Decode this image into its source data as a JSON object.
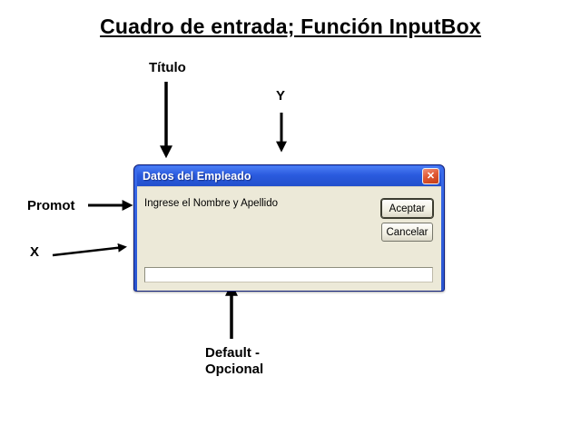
{
  "slide": {
    "title": "Cuadro de entrada; Función InputBox"
  },
  "annotations": {
    "titulo": "Título",
    "y": "Y",
    "promot": "Promot",
    "x": "X",
    "default_optional": "Default -\nOpcional"
  },
  "dialog": {
    "title": "Datos del Empleado",
    "close_glyph": "✕",
    "prompt": "Ingrese el Nombre y Apellido",
    "buttons": {
      "accept": "Aceptar",
      "cancel": "Cancelar"
    },
    "input_value": ""
  },
  "colors": {
    "titlebar_blue": "#2a5ade",
    "window_border": "#0f1e7a",
    "client_background": "#ece9d8",
    "close_button_red": "#c33c17",
    "button_face": "#f1efe2",
    "annotation_color": "#000000"
  }
}
